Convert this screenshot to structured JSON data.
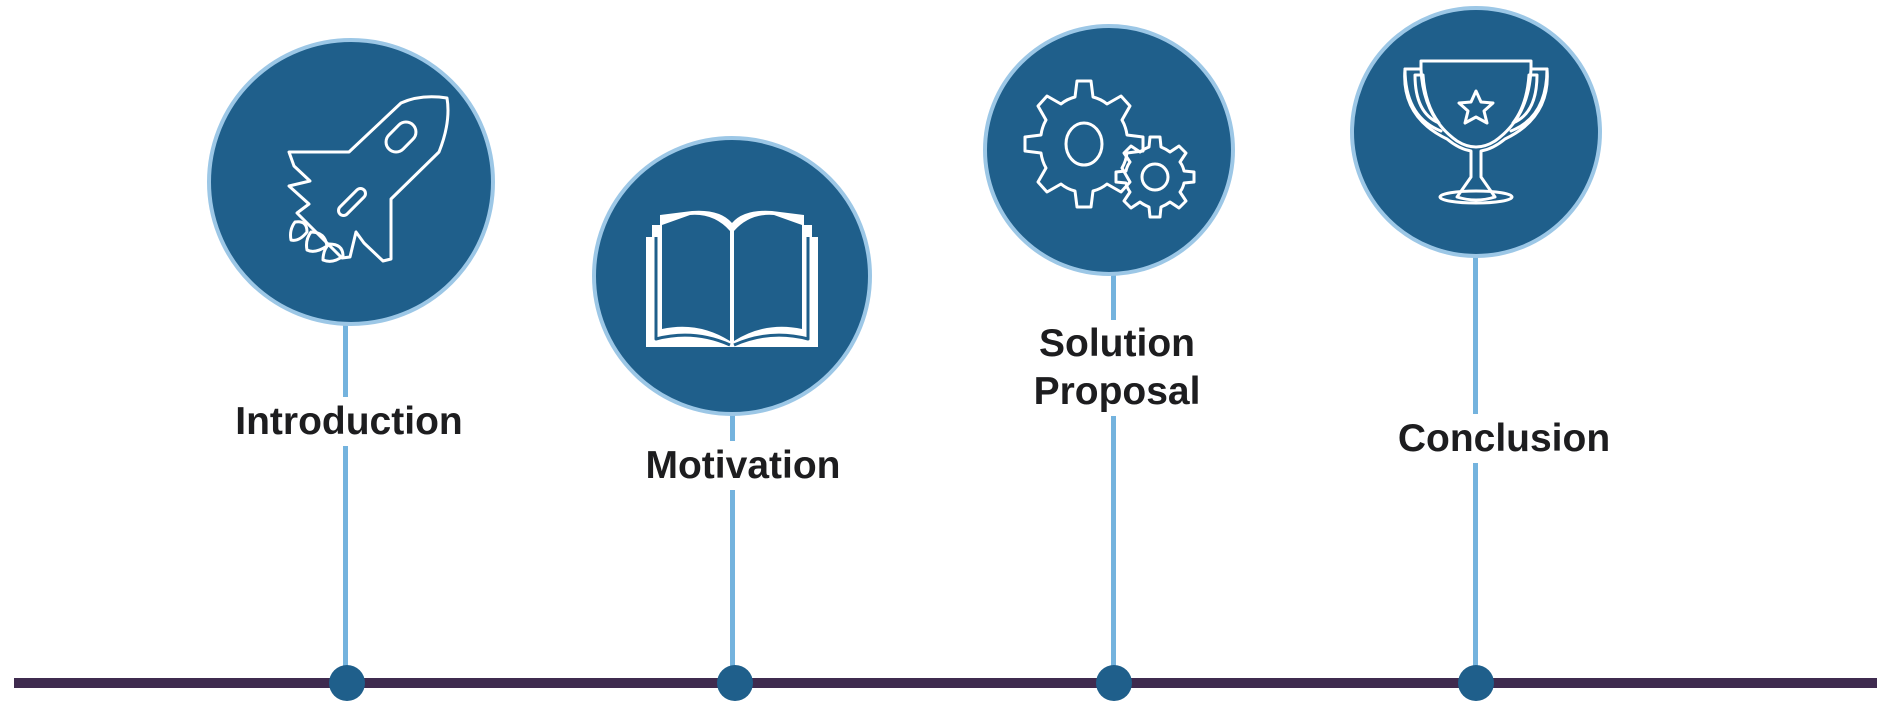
{
  "timeline": {
    "stages": [
      {
        "label": "Introduction",
        "icon": "rocket-icon"
      },
      {
        "label": "Motivation",
        "icon": "open-book-icon"
      },
      {
        "label_line1": "Solution",
        "label_line2": "Proposal",
        "icon": "gears-icon"
      },
      {
        "label": "Conclusion",
        "icon": "trophy-icon"
      }
    ]
  },
  "colors": {
    "circle_fill": "#1f5f8b",
    "circle_border": "#9cc7e6",
    "connector": "#74b3de",
    "axis": "#3f2b4f",
    "label_text": "#1d1d1f"
  }
}
